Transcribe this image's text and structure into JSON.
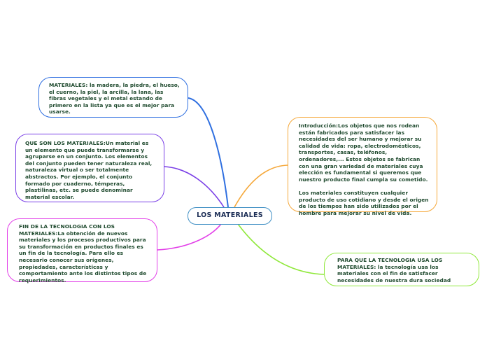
{
  "mind_map": {
    "central": {
      "label": "LOS MATERIALES",
      "border_color": "#3f8fc4"
    },
    "nodes": [
      {
        "id": "materiales",
        "border_color": "#2f6fe0",
        "text": "MATERIALES: la madera, la piedra, el hueso,\nel cuerno, la piel, la arcilla, la lana, las\nfibras vegetales y el metal estando de\nprimero en la lista ya que es el mejor para\nusarse."
      },
      {
        "id": "que_son",
        "border_color": "#7a3fe6",
        "text": "QUE SON LOS MATERIALES:Un material es\nun elemento que puede transformarse y\nagruparse en un conjunto. Los elementos\ndel conjunto pueden tener naturaleza real,\nnaturaleza virtual o ser totalmente\nabstractos. Por ejemplo, el conjunto\nformado por cuaderno, témperas,\nplastilinas, etc. se puede denominar\nmaterial escolar."
      },
      {
        "id": "fin",
        "border_color": "#e23fe8",
        "text": "FIN DE LA TECNOLOGIA CON LOS\nMATERIALES:La obtención de nuevos\nmateriales y los procesos productivos para\nsu transformación en productos finales es\nun fin de la tecnología. Para ello es\nnecesario conocer sus orígenes,\npropiedades, características y\ncomportamiento ante los distintos tipos de\nrequerimientos."
      },
      {
        "id": "intro",
        "border_color": "#f5a83a",
        "text": "Introducción:Los objetos que nos rodean\nestán fabricados para satisfacer las\nnecesidades del ser humano y mejorar su\ncalidad de vida: ropa, electrodomésticos,\ntransportes, casas, teléfonos,\nordenadores,... Estos objetos se fabrican\ncon una gran variedad de materiales cuya\nelección es fundamental si queremos que\nnuestro producto final cumpla su cometido.\n\nLos materiales constituyen cualquier\nproducto de uso cotidiano y desde el origen\nde los tiempos han sido utilizados por el\nhombre para mejorar su nivel de vida."
      },
      {
        "id": "para_que",
        "border_color": "#8fe83a",
        "text": "PARA QUE LA TECNOLOGIA USA LOS\nMATERIALES: la tecnología usa los\nmateriales con el fin de satisfacer\nnecesidades de nuestra dura sociedad"
      }
    ]
  }
}
